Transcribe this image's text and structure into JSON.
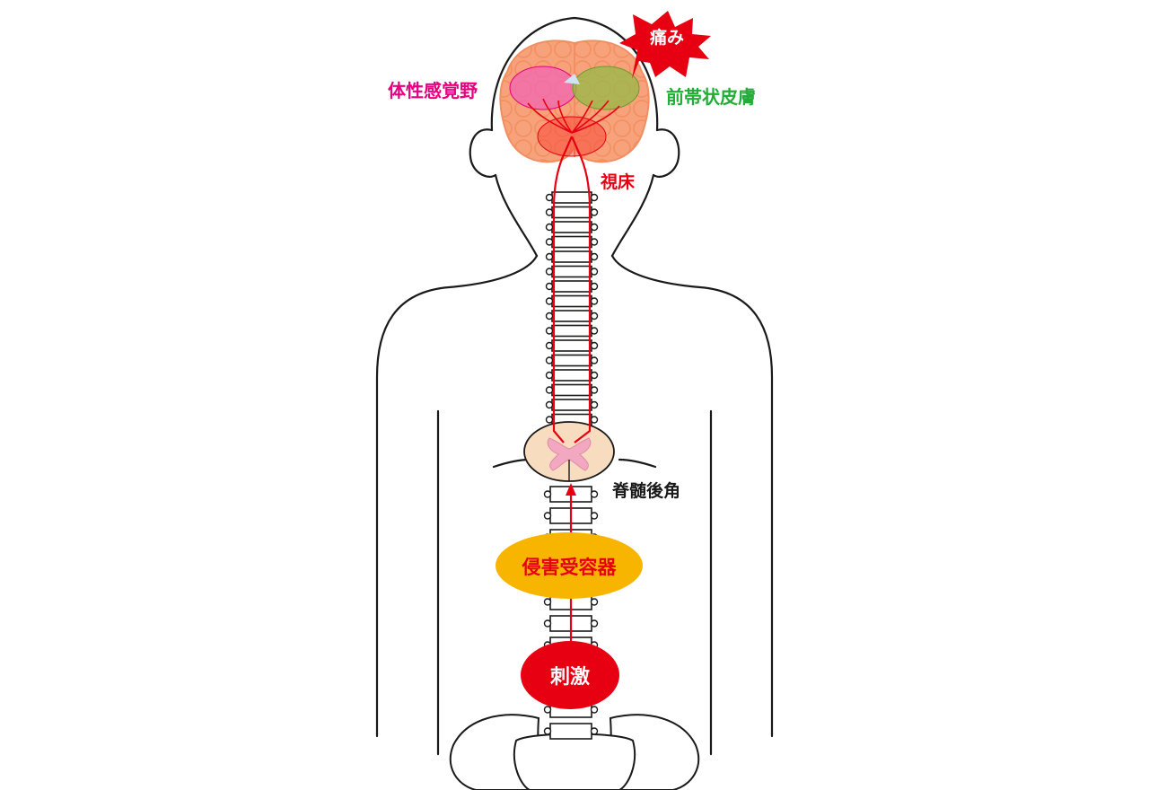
{
  "labels": {
    "pain": "痛み",
    "somatosensory": "体性感覚野",
    "anterior_cingulate": "前帯状皮膚",
    "thalamus": "視床",
    "dorsal_horn": "脊髄後角",
    "nociceptor": "侵害受容器",
    "stimulus": "刺激"
  },
  "colors": {
    "pathway": "#e60012",
    "somatosensory": "#e4007f",
    "anterior_cingulate": "#22ac38",
    "thalamus": "#e60012",
    "nociceptor_fill": "#f8b500",
    "stimulus_fill": "#e60012",
    "brain": "#f7a27a",
    "cord": "#f8dcc0"
  }
}
